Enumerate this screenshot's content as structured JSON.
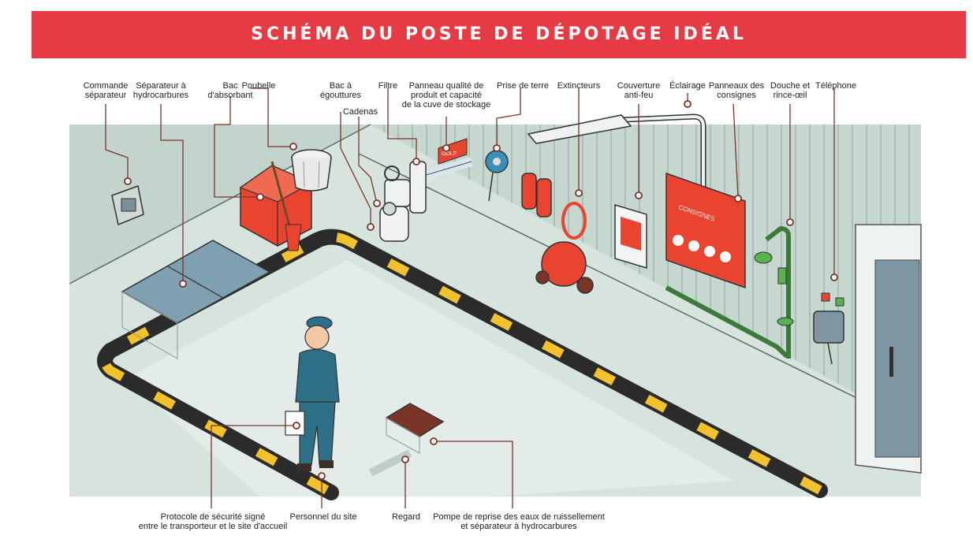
{
  "title": "SCHÉMA DU POSTE DE DÉPOTAGE IDÉAL",
  "signs": {
    "red_tag": "GOLF",
    "instructions_sign": "CONSIGNES"
  },
  "labels": {
    "commande_separateur": "Commande\nséparateur",
    "separateur_hydrocarbures": "Séparateur à\nhydrocarbures",
    "bac_absorbant": "Bac\nd'absorbant",
    "poubelle": "Poubelle",
    "bac_egouttures": "Bac à\négouttures",
    "cadenas": "Cadenas",
    "filtre": "Filtre",
    "panneau_qualite": "Panneau qualité de\nproduit et capacité\nde la cuve de stockage",
    "prise_de_terre": "Prise de terre",
    "extincteurs": "Extincteurs",
    "couverture_anti_feu": "Couverture\nanti-feu",
    "eclairage": "Éclairage",
    "panneaux_consignes": "Panneaux des\nconsignes",
    "douche_rince_oeil": "Douche et\nrince-œil",
    "telephone": "Téléphone",
    "protocole_securite": "Protocole de sécurité signé\nentre le transporteur et le site d'accueil",
    "personnel_site": "Personnel du site",
    "regard": "Regard",
    "pompe_reprise": "Pompe de reprise des eaux de ruissellement\net séparateur à hydrocarbures"
  },
  "colors": {
    "banner": "#e63a44",
    "floor": "#d7e3dd",
    "wall": "#c3d4cd",
    "red_equipment": "#e8442f",
    "leader_line": "#7a3528",
    "curb_black": "#2b2b2b",
    "curb_yellow": "#f2c12e",
    "worker_blue": "#2c6f86"
  }
}
